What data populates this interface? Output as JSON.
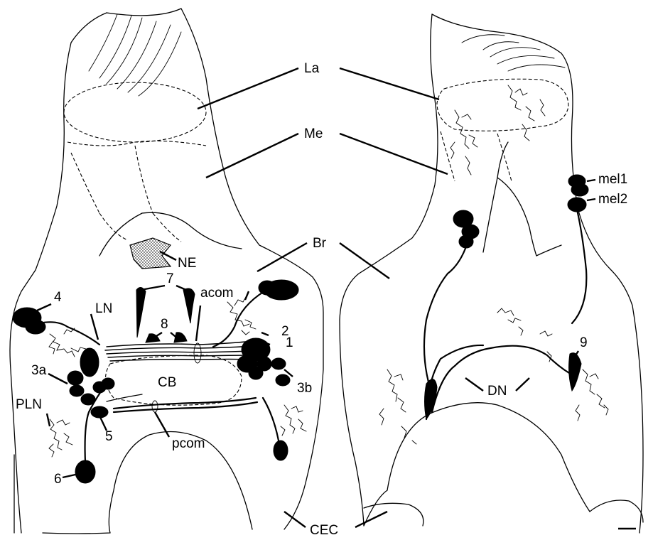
{
  "labels": {
    "La": "La",
    "Me": "Me",
    "Br": "Br",
    "NE": "NE",
    "LN": "LN",
    "acom": "acom",
    "pcom": "pcom",
    "CB": "CB",
    "PLN": "PLN",
    "CEC": "CEC",
    "DN": "DN",
    "mel1": "mel1",
    "mel2": "mel2",
    "n1": "1",
    "n2": "2",
    "n3a": "3a",
    "n3b": "3b",
    "n4": "4",
    "n5": "5",
    "n6": "6",
    "n7": "7",
    "n8": "8",
    "n9": "9"
  }
}
